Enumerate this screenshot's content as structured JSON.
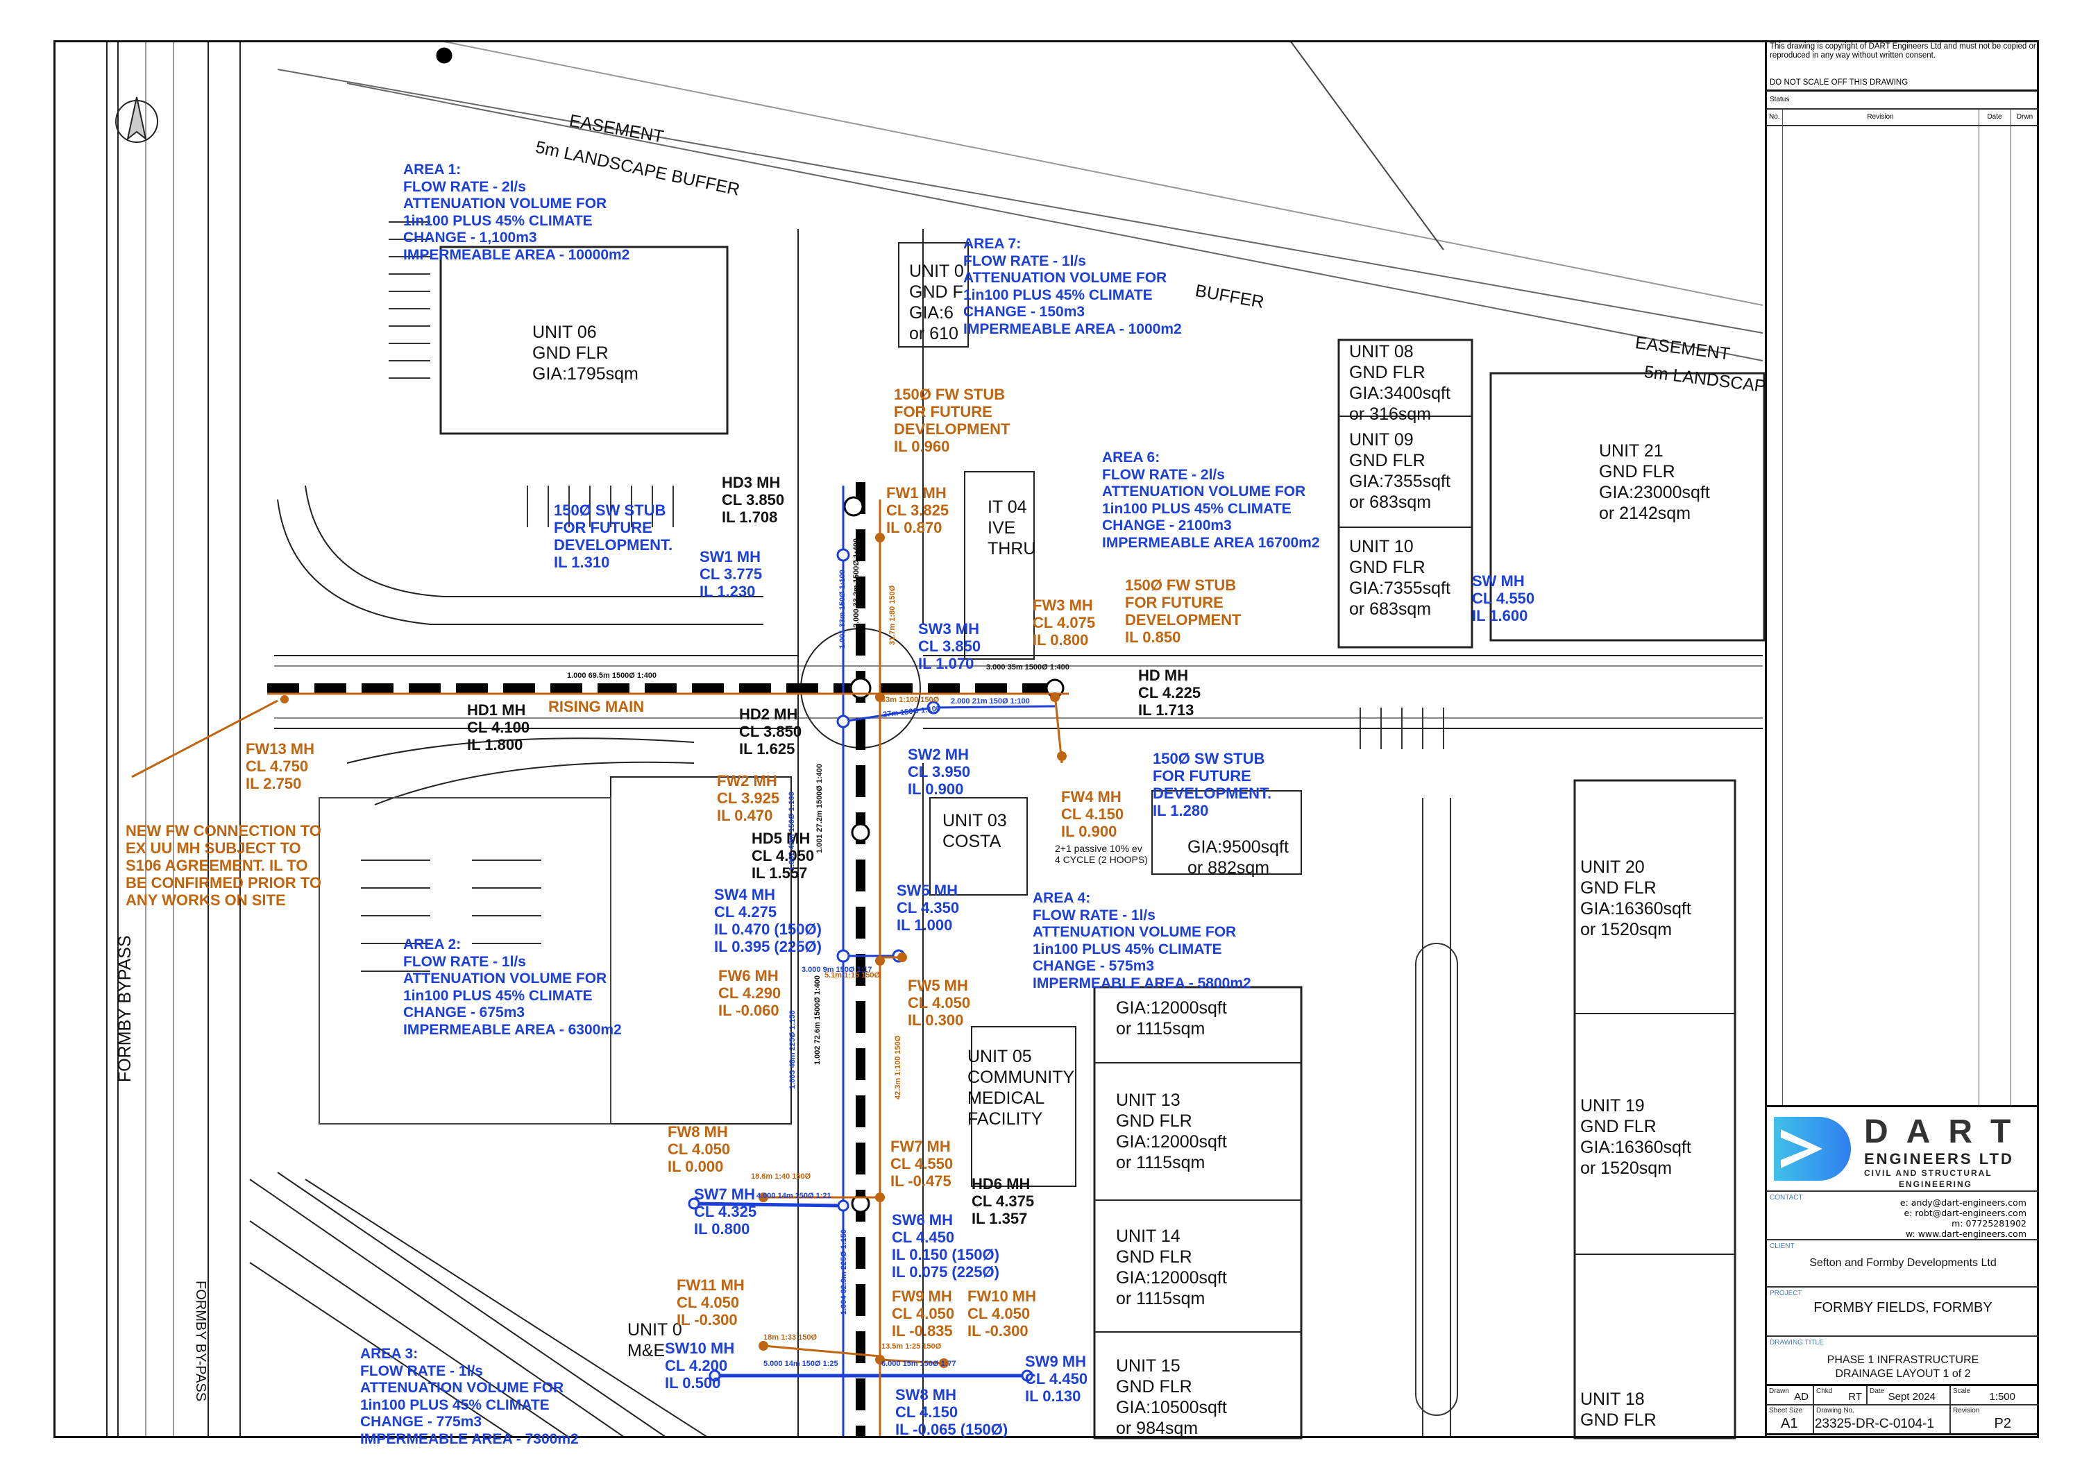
{
  "drawing": {
    "areas": [
      "AREA 1:\nFLOW RATE - 2l/s\nATTENUATION VOLUME FOR\n1in100 PLUS 45% CLIMATE\nCHANGE - 1,100m3\nIMPERMEABLE AREA - 10000m2",
      "AREA 7:\nFLOW RATE - 1l/s\nATTENUATION VOLUME FOR\n1in100 PLUS 45% CLIMATE\nCHANGE - 150m3\nIMPERMEABLE AREA - 1000m2",
      "AREA 6:\nFLOW RATE - 2l/s\nATTENUATION VOLUME FOR\n1in100 PLUS 45% CLIMATE\nCHANGE - 2100m3\nIMPERMEABLE AREA 16700m2",
      "AREA 4:\nFLOW RATE - 1l/s\nATTENUATION VOLUME FOR\n1in100 PLUS 45% CLIMATE\nCHANGE - 575m3\nIMPERMEABLE AREA - 5800m2",
      "AREA 2:\nFLOW RATE - 1l/s\nATTENUATION VOLUME FOR\n1in100 PLUS 45% CLIMATE\nCHANGE - 675m3\nIMPERMEABLE AREA - 6300m2",
      "AREA 3:\nFLOW RATE - 1l/s\nATTENUATION VOLUME FOR\n1in100 PLUS 45% CLIMATE\nCHANGE - 775m3\nIMPERMEABLE AREA - 7300m2"
    ],
    "surface_water": {
      "sw_stub_1": "150Ø SW STUB\nFOR FUTURE\nDEVELOPMENT.\nIL  1.310",
      "sw_stub_2": "150Ø SW STUB\nFOR FUTURE\nDEVELOPMENT.\nIL  1.280",
      "sw1": "SW1 MH\nCL 3.775\nIL 1.230",
      "sw2": "SW2 MH\nCL 3.950\nIL 0.900",
      "sw3": "SW3 MH\nCL 3.850\nIL 1.070",
      "sw4": "SW4 MH\nCL 4.275\nIL 0.470 (150Ø)\nIL 0.395 (225Ø)",
      "sw5": "SW5 MH\nCL 4.350\nIL 1.000",
      "sw6": "SW6 MH\nCL 4.450\nIL 0.150 (150Ø)\nIL 0.075 (225Ø)",
      "sw7": "SW7 MH\nCL 4.325\nIL 0.800",
      "sw8": "SW8 MH\nCL 4.150\nIL -0.065 (150Ø)",
      "sw9": "SW9 MH\nCL 4.450\nIL 0.130",
      "sw10": "SW10 MH\nCL 4.200\nIL 0.500",
      "sw_mh": "SW MH\nCL 4.550\nIL 1.600"
    },
    "foul_water": {
      "fw_stub_1": "150Ø FW STUB\nFOR FUTURE\nDEVELOPMENT\nIL 0.960",
      "fw_stub_2": "150Ø FW STUB\nFOR FUTURE\nDEVELOPMENT\nIL 0.850",
      "fw1": "FW1 MH\nCL 3.825\nIL 0.870",
      "fw2": "FW2 MH\nCL 3.925\nIL 0.470",
      "fw3": "FW3 MH\nCL 4.075\nIL 0.800",
      "fw4": "FW4 MH\nCL 4.150\nIL 0.900",
      "fw5": "FW5 MH\nCL 4.050\nIL 0.300",
      "fw6": "FW6 MH\nCL 4.290\nIL -0.060",
      "fw7": "FW7 MH\nCL 4.550\nIL -0.475",
      "fw8": "FW8 MH\nCL 4.050\nIL 0.000",
      "fw9": "FW9 MH\nCL 4.050\nIL -0.835",
      "fw10": "FW10 MH\nCL 4.050\nIL -0.300",
      "fw11": "FW11 MH\nCL 4.050\nIL -0.300",
      "fw13": "FW13 MH\nCL 4.750\nIL 2.750",
      "rising_main": "RISING MAIN",
      "connection_note": "NEW FW CONNECTION TO\nEX UU MH SUBJECT TO\nS106 AGREEMENT. IL TO\nBE CONFIRMED PRIOR TO\nANY WORKS ON SITE"
    },
    "highway_drainage": {
      "hd_mh": "HD MH\nCL 4.225\nIL 1.713",
      "hd1": "HD1 MH\nCL 4.100\nIL 1.800",
      "hd2": "HD2 MH\nCL 3.850\nIL 1.625",
      "hd3": "HD3 MH\nCL 3.850\nIL 1.708",
      "hd5": "HD5 MH\nCL 4.050\nIL 1.557",
      "hd6": "HD6 MH\nCL 4.375\nIL 1.357"
    },
    "pipe_labels": {
      "p1000": "1.000 69.5m 1500Ø 1:400",
      "p3000": "3.000 35m 1500Ø 1:400",
      "p1001": "1.001 33m 150Ø 1:100",
      "p2000v": "2.000 33.2m 1500Ø 1:400",
      "p_fw_31": "31.7m 1:80 150Ø",
      "p2000h": "2.000 21m 150Ø 1:100",
      "p_fw_33": "33m 1:100 150Ø",
      "p_sw_27": "27m 150Ø 1:100",
      "p1002": "1.002 43m 150Ø 1:100",
      "p1001b": "1.001 27.2m 1500Ø 1:400",
      "p3000b": "3.000 9m 150Ø 1:17",
      "p_fw_51": "5.1m 1:15 150Ø",
      "p1003": "1.003 48m 225Ø 1:150",
      "p1002b": "1.002 72.6m 1500Ø 1:400",
      "p_fw_42": "42.3m 1:100 150Ø",
      "p_fw_186": "18.6m 1:40 150Ø",
      "p4000": "4.000 14m 150Ø 1:21",
      "p1004": "1.004 32.9m 225Ø 1:150",
      "p_fw_18": "18m 1:33 150Ø",
      "p_fw_135": "13.5m 1:25 150Ø",
      "p5000": "5.000 14m 150Ø 1:25",
      "p6000": "6.000 15m 150Ø 1:77"
    },
    "units": {
      "u06": "UNIT 06\nGND FLR\nGIA:1795sqm",
      "u02": "UNIT 0\nGND F\nGIA:6\nor 610",
      "u04": "IT 04\nIVE\nTHRU",
      "u08": "UNIT 08\nGND FLR\nGIA:3400sqft\nor 316sqm",
      "u09": "UNIT 09\nGND FLR\nGIA:7355sqft\nor 683sqm",
      "u10": "UNIT 10\nGND FLR\nGIA:7355sqft\nor 683sqm",
      "u21": "UNIT 21\nGND FLR\nGIA:23000sqft\nor 2142sqm",
      "u03": "UNIT 03\nCOSTA",
      "u_gia9500": "GIA:9500sqft\nor 882sqm",
      "u20": "UNIT 20\nGND FLR\nGIA:16360sqft\nor 1520sqm",
      "u12": "GIA:12000sqft\nor 1115sqm",
      "u05": "UNIT 05\nCOMMUNITY\nMEDICAL\nFACILITY",
      "u13": "UNIT 13\nGND FLR\nGIA:12000sqft\nor 1115sqm",
      "u19": "UNIT 19\nGND FLR\nGIA:16360sqft\nor 1520sqm",
      "u14": "UNIT 14\nGND FLR\nGIA:12000sqft\nor 1115sqm",
      "u15": "UNIT 15\nGND FLR\nGIA:10500sqft\nor 984sqm",
      "u18": "UNIT 18\nGND FLR",
      "u_me": "UNIT 0\nM&E"
    },
    "roads": {
      "easement_1": "EASEMENT",
      "buffer_1": "5m LANDSCAPE BUFFER",
      "buffer_2": "BUFFER",
      "easement_2": "EASEMENT",
      "buffer_3": "5m LANDSCAP",
      "bypass_1": "FORMBY BYPASS",
      "bypass_2": "FORMBY BY-PASS",
      "cycle_note": "2+1 passive 10% ev\n4 CYCLE (2 HOOPS)"
    },
    "colors": {
      "surface_water": "#1b3fd8",
      "foul_water": "#c0650f",
      "highway": "#111111"
    }
  },
  "title_block": {
    "copyright": "This drawing is copyright of DART Engineers Ltd and must not be copied or reproduced in any way without written consent.",
    "do_not_scale": "DO NOT SCALE OFF THIS DRAWING",
    "status_label": "Status",
    "revision_headers": {
      "no": "No.",
      "revision": "Revision",
      "date": "Date",
      "drwn": "Drwn"
    },
    "logo": {
      "name": "DART",
      "line1": "ENGINEERS LTD",
      "line2": "CIVIL AND STRUCTURAL",
      "line3": "ENGINEERING"
    },
    "contact_label": "CONTACT",
    "contact": [
      "e: andy@dart-engineers.com",
      "e: robt@dart-engineers.com",
      "m: 07725281902",
      "w: www.dart-engineers.com"
    ],
    "client_label": "CLIENT",
    "client": "Sefton and Formby Developments Ltd",
    "project_label": "PROJECT",
    "project": "FORMBY FIELDS, FORMBY",
    "drawing_title_label": "DRAWING TITLE",
    "drawing_title_1": "PHASE 1 INFRASTRUCTURE",
    "drawing_title_2": "DRAINAGE LAYOUT 1 of 2",
    "drawn_label": "Drawn",
    "drawn": "AD",
    "chkd_label": "Chkd",
    "chkd": "RT",
    "date_label": "Date",
    "date": "Sept 2024",
    "scale_label": "Scale",
    "scale": "1:500",
    "sheet_size_label": "Sheet Size",
    "sheet_size": "A1",
    "drawing_no_label": "Drawing No.",
    "drawing_no": "23325-DR-C-0104-1",
    "revision_label": "Revision",
    "revision": "P2"
  }
}
